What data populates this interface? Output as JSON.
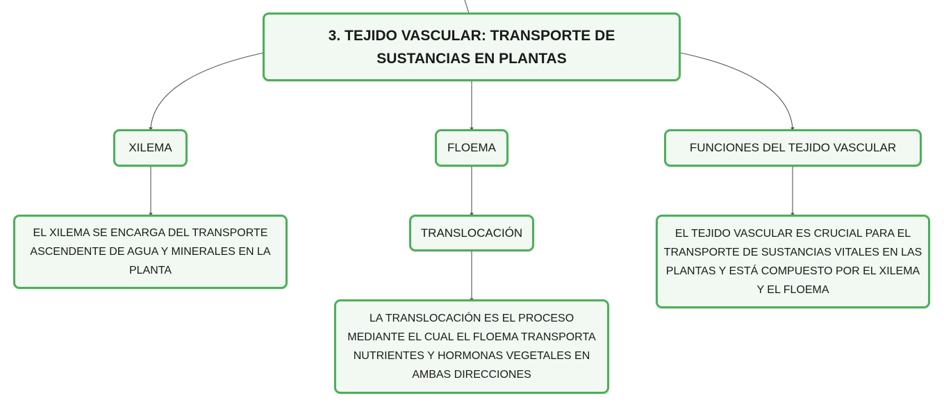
{
  "root": {
    "label": "3. TEJIDO VASCULAR: TRANSPORTE DE SUSTANCIAS EN PLANTAS"
  },
  "xilema": {
    "label": "XILEMA",
    "detail": "EL XILEMA SE ENCARGA DEL TRANSPORTE ASCENDENTE DE AGUA Y MINERALES EN LA PLANTA"
  },
  "floema": {
    "label": "FLOEMA",
    "child": {
      "label": "TRANSLOCACIÓN",
      "detail": "LA TRANSLOCACIÓN ES EL PROCESO MEDIANTE EL CUAL EL FLOEMA TRANSPORTA NUTRIENTES Y HORMONAS VEGETALES EN AMBAS DIRECCIONES"
    }
  },
  "funciones": {
    "label": "FUNCIONES DEL TEJIDO VASCULAR",
    "detail": "EL TEJIDO VASCULAR ES CRUCIAL PARA EL TRANSPORTE DE SUSTANCIAS VITALES EN LAS PLANTAS Y ESTÁ COMPUESTO POR EL XILEMA Y EL FLOEMA"
  },
  "colors": {
    "node_border": "#4caf5a",
    "node_fill": "#f1f9f2",
    "connector": "#555555"
  }
}
